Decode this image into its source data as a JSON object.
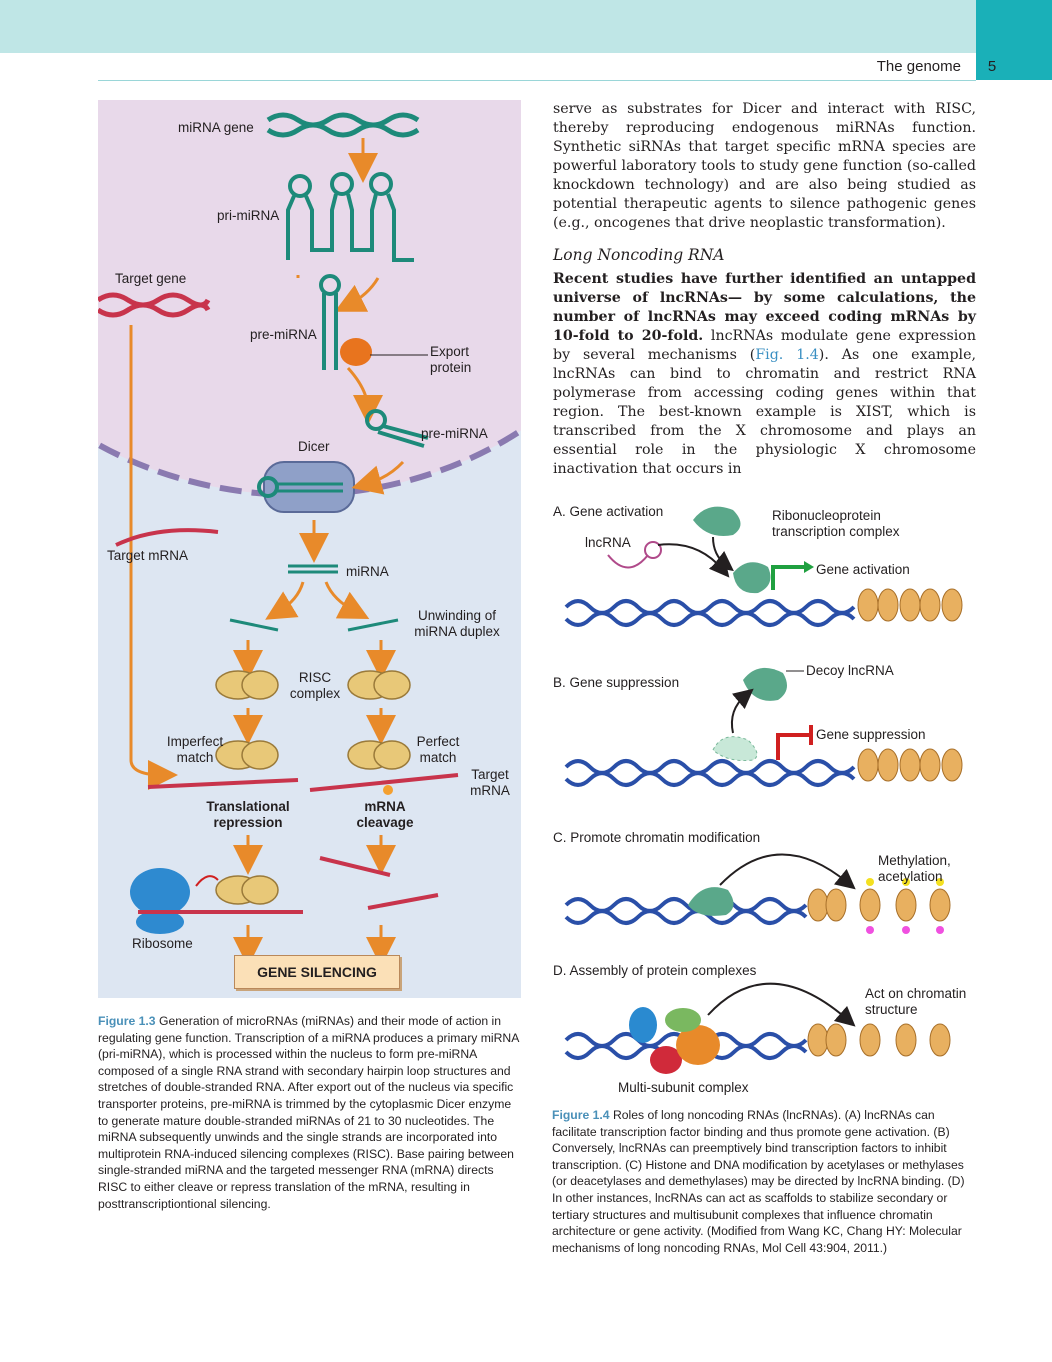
{
  "header": {
    "title": "The genome",
    "page_number": "5"
  },
  "colors": {
    "band": "#bfe6e6",
    "accent": "#1ab0b8",
    "figure_bg": "#dde6f2",
    "link": "#3a8fc2"
  },
  "figure_1_3": {
    "labels": {
      "mirna_gene": "miRNA gene",
      "pri_mirna": "pri-miRNA",
      "target_gene": "Target gene",
      "pre_mirna_1": "pre-miRNA",
      "export_protein_1": "Export",
      "export_protein_2": "protein",
      "pre_mirna_2": "pre-miRNA",
      "dicer": "Dicer",
      "target_mrna_left": "Target mRNA",
      "mirna": "miRNA",
      "unwinding_1": "Unwinding of",
      "unwinding_2": "miRNA duplex",
      "risc_1": "RISC",
      "risc_2": "complex",
      "imperfect_1": "Imperfect",
      "imperfect_2": "match",
      "perfect_1": "Perfect",
      "perfect_2": "match",
      "target_mrna_right_1": "Target",
      "target_mrna_right_2": "mRNA",
      "translational_1": "Translational",
      "translational_2": "repression",
      "mrna_cleavage_1": "mRNA",
      "mrna_cleavage_2": "cleavage",
      "ribosome": "Ribosome",
      "gene_silencing": "GENE SILENCING"
    },
    "caption": {
      "number": "Figure 1.3",
      "text": " Generation of microRNAs (miRNAs) and their mode of action in regulating gene function. Transcription of a miRNA produces a primary miRNA (pri-miRNA), which is processed within the nucleus to form pre-miRNA composed of a single RNA strand with secondary hairpin loop structures and stretches of double-stranded RNA. After export out of the nucleus via specific transporter proteins, pre-miRNA is trimmed by the cytoplasmic Dicer enzyme to generate mature double-stranded miRNAs of 21 to 30 nucleotides. The miRNA subsequently unwinds and the single strands are incorporated into multiprotein RNA-induced silencing complexes (RISC). Base pairing between single-stranded miRNA and the targeted messenger RNA (mRNA) directs RISC to either cleave or repress translation of the mRNA, resulting in posttranscriptiontional silencing."
    }
  },
  "body": {
    "para1": "serve as substrates for Dicer and interact with RISC, thereby reproducing endogenous miRNAs function. Synthetic siRNAs that target specific mRNA species are powerful laboratory tools to study gene function (so-called knockdown technology) and are also being studied as potential therapeutic agents to silence pathogenic genes (e.g., oncogenes that drive neoplastic transformation).",
    "section_heading": "Long Noncoding RNA",
    "para2_bold": "Recent studies have further identified an untapped universe of lncRNAs— by some calculations, the number of lncRNAs may exceed coding mRNAs by 10-fold to 20-fold.",
    "para2_a": " lncRNAs modulate gene expression by several mechanisms (",
    "para2_ref": "Fig. 1.4",
    "para2_b": "). As one example, lncRNAs can bind to chromatin and restrict RNA polymerase from accessing coding genes within that region. The best-known example is XIST, which is transcribed from the X chromosome and plays an essential role in the physiologic X chromosome inactivation that occurs in"
  },
  "figure_1_4": {
    "panel_a": {
      "title": "A. Gene activation",
      "lncrna": "lncRNA",
      "complex_1": "Ribonucleoprotein",
      "complex_2": "transcription complex",
      "activation": "Gene activation"
    },
    "panel_b": {
      "title": "B. Gene suppression",
      "decoy": "Decoy lncRNA",
      "suppression": "Gene suppression"
    },
    "panel_c": {
      "title": "C. Promote chromatin modification",
      "methylation_1": "Methylation,",
      "methylation_2": "acetylation"
    },
    "panel_d": {
      "title": "D. Assembly of protein complexes",
      "act_1": "Act on chromatin",
      "act_2": "structure",
      "multi": "Multi-subunit complex"
    },
    "caption": {
      "number": "Figure 1.4",
      "text": " Roles of long noncoding RNAs (lncRNAs). (A) lncRNAs can facilitate transcription factor binding and thus promote gene activation. (B) Conversely, lncRNAs can preemptively bind transcription factors to inhibit transcription. (C) Histone and DNA modification by acetylases or methylases (or deacetylases and demethylases) may be directed by lncRNA binding. (D) In other instances, lncRNAs can act as scaffolds to stabilize secondary or tertiary structures and multisubunit complexes that influence chromatin architecture or gene activity. (Modified from Wang KC, Chang HY: Molecular mechanisms of long noncoding RNAs, Mol Cell 43:904, 2011.)"
    }
  }
}
